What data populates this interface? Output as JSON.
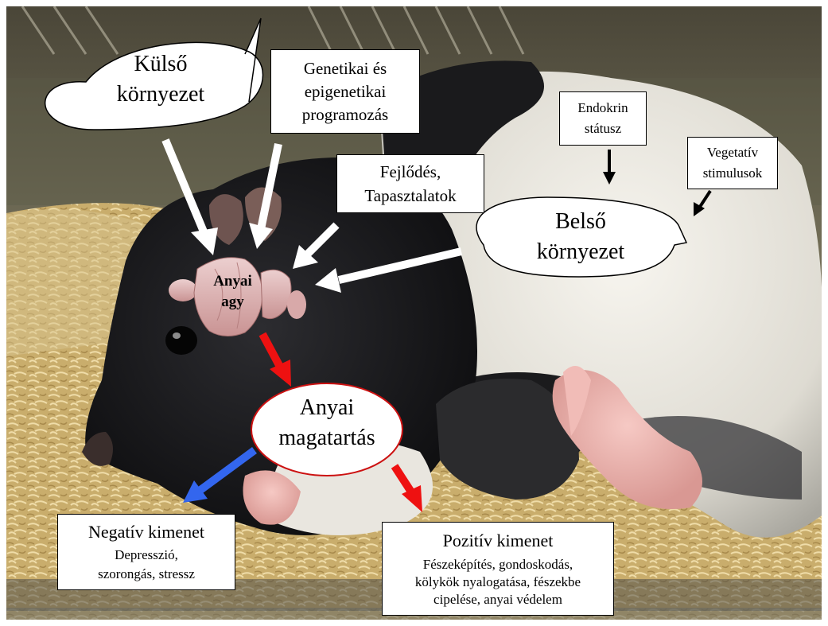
{
  "outer_env": {
    "lines": [
      "Külső",
      "környezet"
    ]
  },
  "genetic": {
    "lines": [
      "Genetikai és",
      "epigenetikai",
      "programozás"
    ]
  },
  "development": {
    "lines": [
      "Fejlődés,",
      "Tapasztalatok"
    ]
  },
  "endocrine": {
    "lines": [
      "Endokrin",
      "státusz"
    ]
  },
  "vegetative": {
    "lines": [
      "Vegetatív",
      "stimulusok"
    ]
  },
  "inner_env": {
    "lines": [
      "Belső",
      "környezet"
    ]
  },
  "brain": {
    "lines": [
      "Anyai",
      "agy"
    ]
  },
  "behavior": {
    "lines": [
      "Anyai",
      "magatartás"
    ]
  },
  "negative": {
    "title": "Negatív kimenet",
    "lines": [
      "Depresszió,",
      "szorongás, stressz"
    ]
  },
  "positive": {
    "title": "Pozitív kimenet",
    "lines": [
      "Fészeképítés, gondoskodás,",
      "kölykök nyalogatása, fészekbe",
      "cipelése, anyai védelem"
    ]
  },
  "colors": {
    "arrow_white": "#ffffff",
    "arrow_black": "#000000",
    "arrow_red": "#ee1111",
    "arrow_blue": "#3366ee",
    "behavior_border": "#cc1111",
    "brain_pink": "#d9a8a8"
  }
}
